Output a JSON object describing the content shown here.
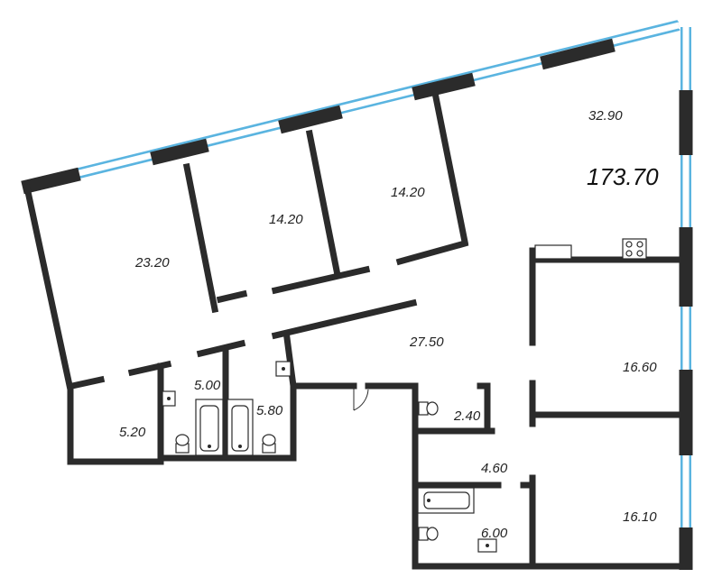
{
  "plan": {
    "total_area": "173.70",
    "rooms": [
      {
        "id": "living-room",
        "area": "32.90"
      },
      {
        "id": "bedroom-west",
        "area": "23.20"
      },
      {
        "id": "bedroom-center",
        "area": "14.20"
      },
      {
        "id": "bedroom-east",
        "area": "14.20"
      },
      {
        "id": "hall",
        "area": "27.50"
      },
      {
        "id": "bedroom-southeast-upper",
        "area": "16.60"
      },
      {
        "id": "bedroom-southeast-lower",
        "area": "16.10"
      },
      {
        "id": "storage-room",
        "area": "5.20"
      },
      {
        "id": "bathroom-left",
        "area": "5.00"
      },
      {
        "id": "bathroom-right",
        "area": "5.80"
      },
      {
        "id": "wc-small",
        "area": "2.40"
      },
      {
        "id": "corridor",
        "area": "4.60"
      },
      {
        "id": "bathroom-south",
        "area": "6.00"
      }
    ]
  },
  "colors": {
    "wall": "#2b2b2b",
    "window": "#5ab4e0",
    "background": "#ffffff"
  }
}
